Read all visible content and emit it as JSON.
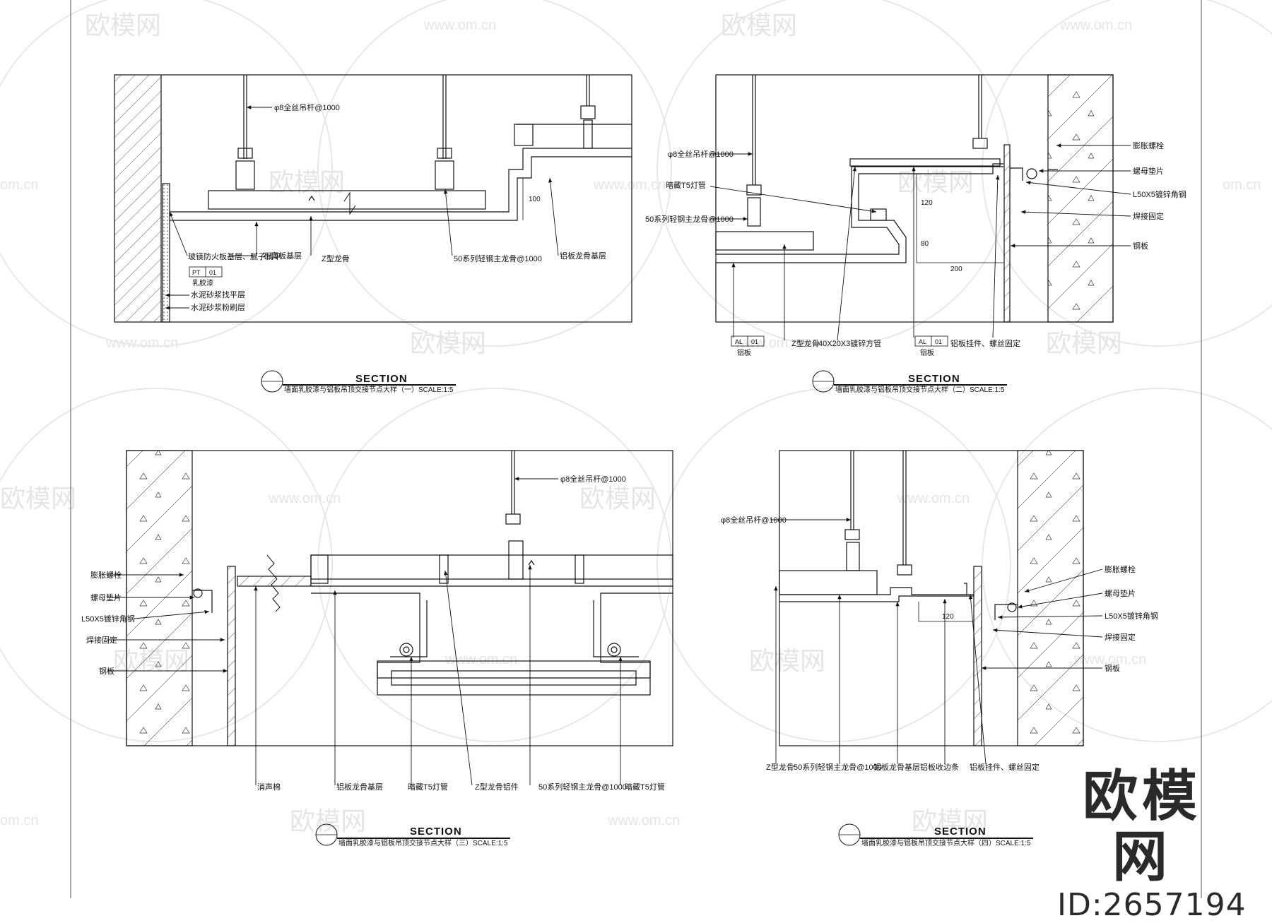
{
  "watermark": {
    "logo": "欧模网",
    "url": "www.om.cn",
    "url_short": "om.cn"
  },
  "brand": {
    "name": "欧模网",
    "id": "ID:2657194"
  },
  "section_word": "SECTION",
  "scale": "SCALE:1:5",
  "panels": {
    "p1": {
      "subtitle": "墙面乳胶漆与铝板吊顶交接节点大样（一）",
      "labels": {
        "rod": "φ8全丝吊杆@1000",
        "wall_layers": "玻镁防火板基层、腻子找平",
        "finish_code": "PT",
        "finish_num": "01",
        "finish_name": "乳胶漆",
        "wall_1": "水泥砂浆找平层",
        "wall_2": "水泥砂浆粉刷层",
        "gypsum": "石膏板基层",
        "z_strip": "Z型龙骨",
        "keel": "50系列轻钢主龙骨@1000",
        "al_sub": "铝板龙骨基层",
        "dim": "100"
      }
    },
    "p2": {
      "subtitle": "墙面乳胶漆与铝板吊顶交接节点大样（二）",
      "labels": {
        "rod": "φ8全丝吊杆@1000",
        "t5": "暗藏T5灯管",
        "keel": "50系列轻钢主龙骨@1000",
        "code_l_a": "AL",
        "code_l_b": "01",
        "code_l_name": "铝板",
        "z_strip": "Z型龙骨",
        "tube": "40X20X3镀锌方管",
        "code_r_a": "AL",
        "code_r_b": "01",
        "code_r_name": "铝板",
        "hangcap": "铝板挂件、螺丝固定",
        "bolt": "膨胀螺栓",
        "nut": "螺母垫片",
        "angle": "L50X5镀锌角钢",
        "weld": "焊接固定",
        "steel": "钢板",
        "dim_120": "120",
        "dim_80": "80",
        "dim_200": "200"
      }
    },
    "p3": {
      "subtitle": "墙面乳胶漆与铝板吊顶交接节点大样（三）",
      "labels": {
        "rod": "φ8全丝吊杆@1000",
        "bolt": "膨胀螺栓",
        "nut": "螺母垫片",
        "angle": "L50X5镀锌角钢",
        "weld": "焊接固定",
        "steel": "钢板",
        "sound": "消声棉",
        "al_sub": "铝板龙骨基层",
        "t5a": "暗藏T5灯管",
        "z_strip": "Z型龙骨铝件",
        "keel": "50系列轻钢主龙骨@1000",
        "t5b": "暗藏T5灯管"
      }
    },
    "p4": {
      "subtitle": "墙面乳胶漆与铝板吊顶交接节点大样（四）",
      "labels": {
        "rod": "φ8全丝吊杆@1000",
        "bolt": "膨胀螺栓",
        "nut": "螺母垫片",
        "angle": "L50X5镀锌角钢",
        "weld": "焊接固定",
        "steel": "钢板",
        "z_strip": "Z型龙骨",
        "keel": "50系列轻钢主龙骨@1000",
        "al_sub": "铝板龙骨基层",
        "al_edge": "铝板收边条",
        "hangcap": "铝板挂件、螺丝固定",
        "dim": "120"
      }
    }
  }
}
